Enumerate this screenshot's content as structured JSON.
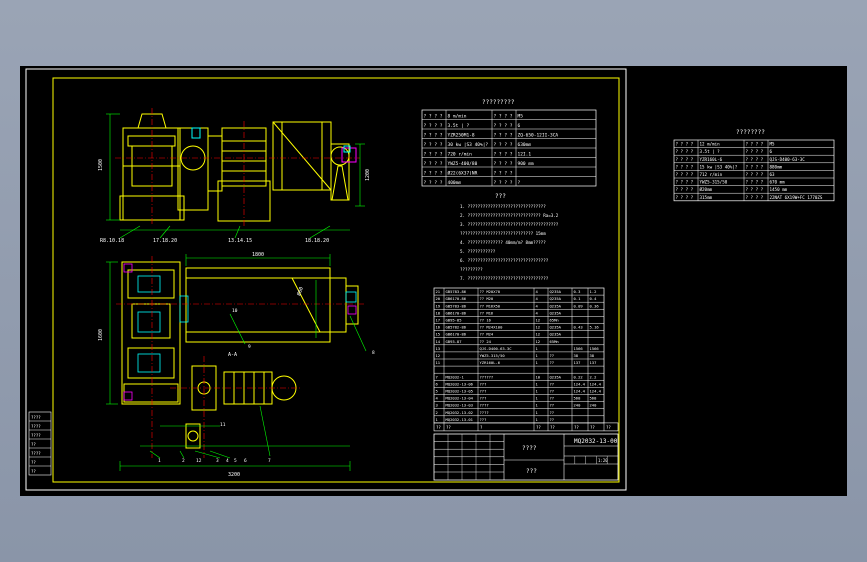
{
  "colors": {
    "background": "#000000",
    "frame": "#ffffff",
    "border": "#ffff00",
    "outline": "#ffff00",
    "dimension": "#00ff00",
    "centerline": "#ff0000",
    "hatch": "#00ffff",
    "highlight": "#ff00ff",
    "text": "#ffffff"
  },
  "left_table": {
    "title": "?????????",
    "rows": [
      [
        "? ? ? ?",
        "8 m/min",
        "? ? ? ?",
        "M5"
      ],
      [
        "? ? ? ?",
        "3.5t | ?",
        "? ? ? ?",
        "6"
      ],
      [
        "? ? ? ?",
        "YZR250M1-8",
        "? ? ? ?",
        "ZQ-650-12II-3CA"
      ],
      [
        "? ? ? ?",
        "30 kw |S3 40%|?",
        "? ? ? ?",
        "630mm"
      ],
      [
        "? ? ? ?",
        "720 r/min",
        "? ? ? ?",
        "12I.1"
      ],
      [
        "? ? ? ?",
        "YWZ5-400/80",
        "? ? ? ?",
        "900 mm"
      ],
      [
        "? ? ? ?",
        "Ø22(6X37)NR",
        "? ? ? ?",
        ""
      ],
      [
        "? ? ? ?",
        "400mm",
        "? ? ? ?",
        "?"
      ]
    ]
  },
  "right_table": {
    "title": "????????",
    "rows": [
      [
        "? ? ? ?",
        "12 m/min",
        "? ? ? ?",
        "M5"
      ],
      [
        "? ? ? ?",
        "3.5t | ?",
        "? ? ? ?",
        "6"
      ],
      [
        "? ? ? ?",
        "YZR160L-6",
        "? ? ? ?",
        "QJS-D400-63-3C"
      ],
      [
        "? ? ? ?",
        "15 kw |S3 40%|?",
        "? ? ? ?",
        "880mm"
      ],
      [
        "? ? ? ?",
        "712 r/min",
        "? ? ? ?",
        "63"
      ],
      [
        "? ? ? ?",
        "YWZ5-315/50",
        "? ? ? ?",
        "670 mm"
      ],
      [
        "? ? ? ?",
        "Ø20mm",
        "? ? ? ?",
        "1450 mm"
      ],
      [
        "? ? ? ?",
        "315mm",
        "? ? ? ?",
        "22NAT 6X19W+FC 1770ZS"
      ]
    ]
  },
  "notes": {
    "title": "???",
    "items": [
      "1. ???????????????????????????????",
      "2. ????????????????????????????? Ra=3.2",
      "3. ????????????????????????????????????",
      "   ????????????????????????????? 15mm",
      "4. ?????????????? 40mm/m? 8mm?????",
      "5. ???????????",
      "6. ????????????????????????????????",
      "   ?????????",
      "7. ????????????????????????????????"
    ]
  },
  "parts_list": {
    "rows": [
      [
        "21",
        "GB5783-86",
        "?? M20X70",
        "4",
        "Q235A",
        "0.3",
        "1.2"
      ],
      [
        "20",
        "GB6170-86",
        "?? M20",
        "4",
        "Q235A",
        "0.1",
        "0.4"
      ],
      [
        "19",
        "GB5783-86",
        "?? M16X50",
        "4",
        "Q235A",
        "0.09",
        "0.36"
      ],
      [
        "18",
        "GB6170-86",
        "?? M16",
        "4",
        "Q235A",
        "",
        ""
      ],
      [
        "17",
        "GB95-85",
        "?? 16",
        "12",
        "65Mn",
        "",
        ""
      ],
      [
        "16",
        "GB5782-86",
        "?? M24X100",
        "12",
        "Q235A",
        "0.43",
        "5.16"
      ],
      [
        "15",
        "GB6170-86",
        "?? M24",
        "12",
        "Q235A",
        "",
        ""
      ],
      [
        "14",
        "GB93-87",
        "?? 24",
        "12",
        "65Mn",
        "",
        ""
      ],
      [
        "13",
        "",
        "QJS-D400-63-3C",
        "1",
        "",
        "1566",
        "1566"
      ],
      [
        "12",
        "",
        "YWZ5-315/50",
        "1",
        "??",
        "38",
        "38"
      ],
      [
        "11",
        "",
        "YZR160L-6",
        "1",
        "??",
        "137",
        "137"
      ],
      [
        "",
        "",
        "",
        "",
        "",
        "",
        ""
      ],
      [
        "7",
        "MQ2032-1",
        "??????",
        "10",
        "Q235A",
        "0.22",
        "2.2"
      ],
      [
        "6",
        "MQ2032-13-06",
        "???",
        "1",
        "??",
        "124.4",
        "124.4"
      ],
      [
        "5",
        "MQ2032-13-05",
        "???",
        "1",
        "??",
        "124.4",
        "124.4"
      ],
      [
        "4",
        "MQ2032-13-04",
        "???",
        "1",
        "??",
        "568",
        "568"
      ],
      [
        "3",
        "MQ2032-13-03",
        "????",
        "1",
        "??",
        "240",
        "240"
      ],
      [
        "2",
        "MQ2032-13-02",
        "????",
        "1",
        "??",
        "",
        ""
      ],
      [
        "1",
        "MQ2032-13-01",
        "???",
        "1",
        "??",
        "",
        ""
      ]
    ],
    "header": [
      "??",
      "??",
      "?",
      "??",
      "??",
      "??",
      "??",
      "??"
    ]
  },
  "title_block": {
    "drawing_number": "MQ2032-13-00",
    "name": "????",
    "company": "???",
    "scale": "1:20"
  },
  "side_strip": [
    "????",
    "????",
    "????",
    "??",
    "????",
    "??",
    "??"
  ],
  "dimensions": {
    "top_length": "1800",
    "bottom_width": "1600",
    "overall_length": "3200",
    "height": "1500",
    "gauge": "Ø60",
    "side_height": "1200",
    "wheel_dim": "A-A"
  },
  "labels": {
    "top_view": [
      "1",
      "2",
      "3",
      "4",
      "5",
      "6",
      "7",
      "8",
      "9",
      "10",
      "11",
      "12"
    ],
    "foot_a": "R8.10.18",
    "foot_b": "17.18.20",
    "foot_c": "13.14.15",
    "foot_d": "18.18.20"
  }
}
